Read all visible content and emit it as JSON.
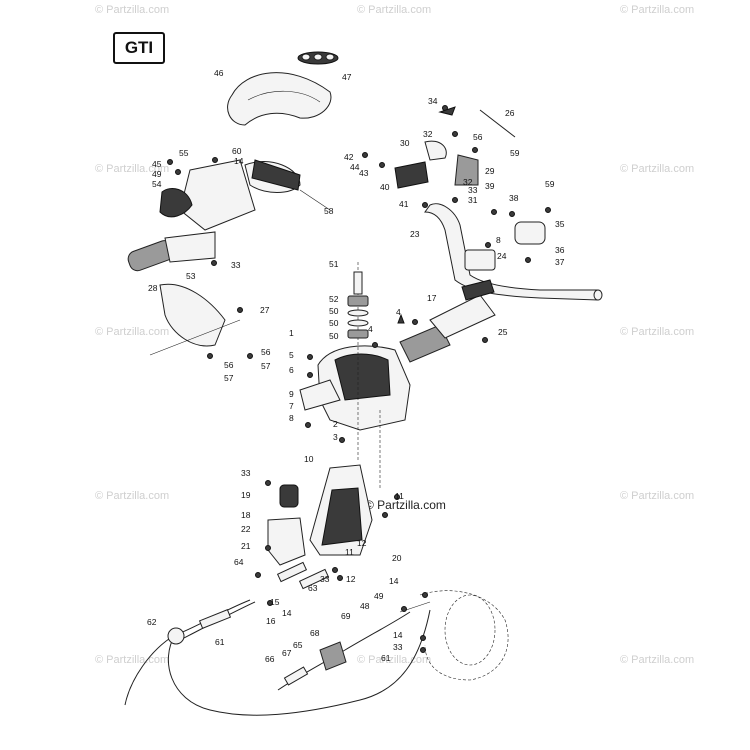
{
  "model": "GTI",
  "watermark": "© Partzilla.com",
  "callouts": [
    "1",
    "2",
    "3",
    "4",
    "5",
    "6",
    "7",
    "8",
    "9",
    "10",
    "11",
    "12",
    "14",
    "15",
    "16",
    "17",
    "18",
    "19",
    "20",
    "21",
    "22",
    "23",
    "24",
    "25",
    "26",
    "27",
    "28",
    "29",
    "30",
    "31",
    "32",
    "33",
    "34",
    "35",
    "36",
    "37",
    "38",
    "39",
    "40",
    "41",
    "42",
    "43",
    "44",
    "45",
    "46",
    "47",
    "48",
    "49",
    "50",
    "51",
    "52",
    "53",
    "54",
    "55",
    "56",
    "57",
    "58",
    "59",
    "60",
    "61",
    "62",
    "63",
    "64",
    "65",
    "66",
    "67",
    "68",
    "69"
  ]
}
